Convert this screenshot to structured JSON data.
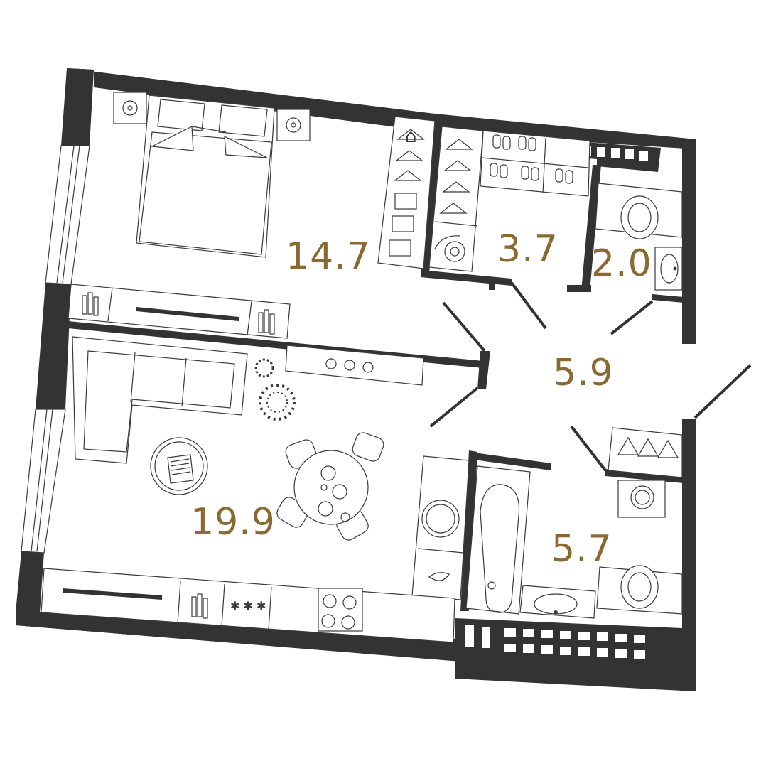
{
  "plan": {
    "colors": {
      "wall": "#333333",
      "furniture_line": "#3a3a3a",
      "area_label": "#8a6a32",
      "background": "#ffffff"
    },
    "rooms": [
      {
        "id": "bedroom",
        "area": "14.7"
      },
      {
        "id": "wardrobe",
        "area": "3.7"
      },
      {
        "id": "toilet",
        "area": "2.0"
      },
      {
        "id": "hallway",
        "area": "5.9"
      },
      {
        "id": "living-kitchen",
        "area": "19.9"
      },
      {
        "id": "bathroom",
        "area": "5.7"
      }
    ],
    "icons": [
      "bed-icon",
      "nightstand-icon",
      "hanger-icon",
      "shoes-icon",
      "vacuum-icon",
      "toilet-icon",
      "sink-icon",
      "sofa-icon",
      "plant-icon",
      "coffee-table-icon",
      "dining-table-icon",
      "chair-icon",
      "tv-icon",
      "stove-icon",
      "washing-machine-icon",
      "bathtub-icon",
      "radiator-icon"
    ]
  }
}
